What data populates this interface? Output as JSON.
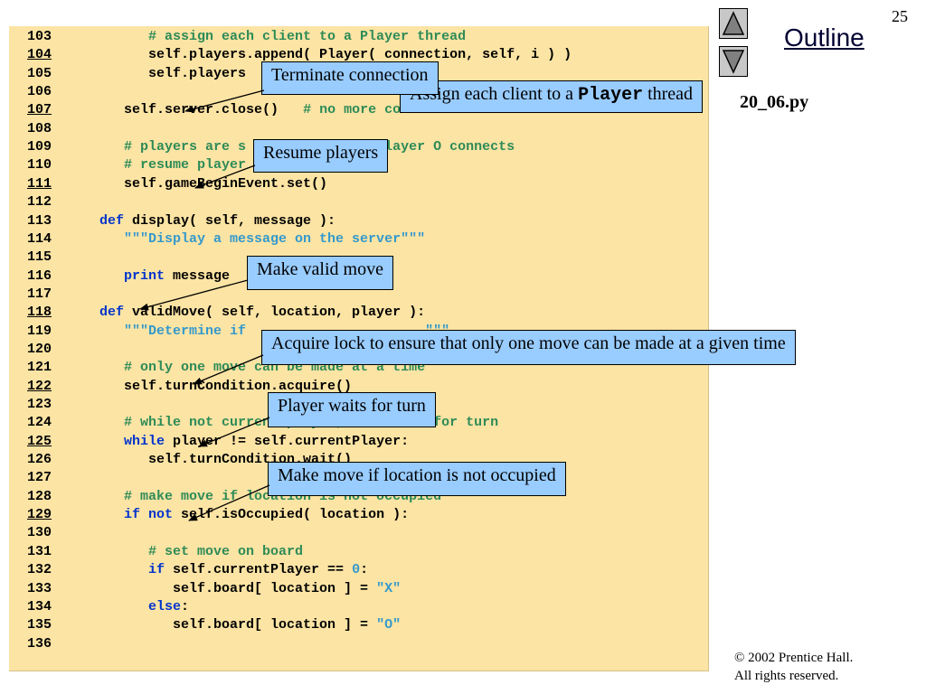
{
  "slide": {
    "page_number": "25",
    "outline_label": "Outline",
    "file_name": "20_06.py",
    "copyright": "© 2002 Prentice Hall.",
    "rights": "All rights reserved."
  },
  "code_lines": [
    {
      "num": "103",
      "ul": false,
      "indent": 6,
      "parts": [
        {
          "t": "cm",
          "v": "# assign each client to a Player thread"
        }
      ]
    },
    {
      "num": "104",
      "ul": true,
      "indent": 6,
      "parts": [
        {
          "t": "",
          "v": "self.players.append( Player( connection, self, i ) )"
        }
      ]
    },
    {
      "num": "105",
      "ul": false,
      "indent": 6,
      "parts": [
        {
          "t": "",
          "v": "self.players"
        }
      ]
    },
    {
      "num": "106",
      "ul": false,
      "indent": 0,
      "parts": []
    },
    {
      "num": "107",
      "ul": true,
      "indent": 3,
      "parts": [
        {
          "t": "",
          "v": "self.server.close()   "
        },
        {
          "t": "cm",
          "v": "# no more connections to wait for"
        }
      ]
    },
    {
      "num": "108",
      "ul": false,
      "indent": 0,
      "parts": []
    },
    {
      "num": "109",
      "ul": false,
      "indent": 3,
      "parts": [
        {
          "t": "cm",
          "v": "# players are s"
        },
        {
          "t": "cm",
          "v": "                player O connects"
        }
      ]
    },
    {
      "num": "110",
      "ul": false,
      "indent": 3,
      "parts": [
        {
          "t": "cm",
          "v": "# resume player"
        }
      ]
    },
    {
      "num": "111",
      "ul": true,
      "indent": 3,
      "parts": [
        {
          "t": "",
          "v": "self.gameBeginEvent.set()"
        }
      ]
    },
    {
      "num": "112",
      "ul": false,
      "indent": 0,
      "parts": []
    },
    {
      "num": "113",
      "ul": false,
      "indent": 0,
      "parts": [
        {
          "t": "kw",
          "v": "def"
        },
        {
          "t": "",
          "v": " display( self, message ):"
        }
      ]
    },
    {
      "num": "114",
      "ul": false,
      "indent": 3,
      "parts": [
        {
          "t": "st",
          "v": "\"\"\"Display a message on the server\"\"\""
        }
      ]
    },
    {
      "num": "115",
      "ul": false,
      "indent": 0,
      "parts": []
    },
    {
      "num": "116",
      "ul": false,
      "indent": 3,
      "parts": [
        {
          "t": "kw",
          "v": "print"
        },
        {
          "t": "",
          "v": " message"
        }
      ]
    },
    {
      "num": "117",
      "ul": false,
      "indent": 0,
      "parts": []
    },
    {
      "num": "118",
      "ul": true,
      "indent": 0,
      "parts": [
        {
          "t": "kw",
          "v": "def"
        },
        {
          "t": "",
          "v": " validMove( self, location, player ):"
        }
      ]
    },
    {
      "num": "119",
      "ul": false,
      "indent": 3,
      "parts": [
        {
          "t": "st",
          "v": "\"\"\"Determine if"
        },
        {
          "t": "st",
          "v": "                      \"\"\""
        }
      ]
    },
    {
      "num": "120",
      "ul": false,
      "indent": 0,
      "parts": []
    },
    {
      "num": "121",
      "ul": false,
      "indent": 3,
      "parts": [
        {
          "t": "cm",
          "v": "# only one move can be made at a time"
        }
      ]
    },
    {
      "num": "122",
      "ul": true,
      "indent": 3,
      "parts": [
        {
          "t": "",
          "v": "self.turnCondition.acquire()"
        }
      ]
    },
    {
      "num": "123",
      "ul": false,
      "indent": 0,
      "parts": []
    },
    {
      "num": "124",
      "ul": false,
      "indent": 3,
      "parts": [
        {
          "t": "cm",
          "v": "# while not current player, must wait for turn"
        }
      ]
    },
    {
      "num": "125",
      "ul": true,
      "indent": 3,
      "parts": [
        {
          "t": "kw",
          "v": "while"
        },
        {
          "t": "",
          "v": " player != self.currentPlayer:"
        }
      ]
    },
    {
      "num": "126",
      "ul": false,
      "indent": 6,
      "parts": [
        {
          "t": "",
          "v": "self.turnCondition.wait()"
        }
      ]
    },
    {
      "num": "127",
      "ul": false,
      "indent": 0,
      "parts": []
    },
    {
      "num": "128",
      "ul": false,
      "indent": 3,
      "parts": [
        {
          "t": "cm",
          "v": "# make move if location is not occupied"
        }
      ]
    },
    {
      "num": "129",
      "ul": true,
      "indent": 3,
      "parts": [
        {
          "t": "kw",
          "v": "if not"
        },
        {
          "t": "",
          "v": " self.isOccupied( location ):"
        }
      ]
    },
    {
      "num": "130",
      "ul": false,
      "indent": 0,
      "parts": []
    },
    {
      "num": "131",
      "ul": false,
      "indent": 6,
      "parts": [
        {
          "t": "cm",
          "v": "# set move on board"
        }
      ]
    },
    {
      "num": "132",
      "ul": false,
      "indent": 6,
      "parts": [
        {
          "t": "kw",
          "v": "if"
        },
        {
          "t": "",
          "v": " self.currentPlayer == "
        },
        {
          "t": "nm",
          "v": "0"
        },
        {
          "t": "",
          "v": ":"
        }
      ]
    },
    {
      "num": "133",
      "ul": false,
      "indent": 9,
      "parts": [
        {
          "t": "",
          "v": "self.board[ location ] = "
        },
        {
          "t": "st",
          "v": "\"X\""
        }
      ]
    },
    {
      "num": "134",
      "ul": false,
      "indent": 6,
      "parts": [
        {
          "t": "kw",
          "v": "else"
        },
        {
          "t": "",
          "v": ":"
        }
      ]
    },
    {
      "num": "135",
      "ul": false,
      "indent": 9,
      "parts": [
        {
          "t": "",
          "v": "self.board[ location ] = "
        },
        {
          "t": "st",
          "v": "\"O\""
        }
      ]
    },
    {
      "num": "136",
      "ul": false,
      "indent": 0,
      "parts": []
    }
  ],
  "callouts": {
    "assign": {
      "pre": "Assign each client to a ",
      "mono": "Player",
      "post": " thread"
    },
    "terminate": "Terminate connection",
    "resume": "Resume players",
    "make_valid": "Make valid move",
    "acquire": "Acquire lock to ensure that only one move can be made at a given time",
    "wait": "Player waits for turn",
    "make_move": "Make move if location is not occupied"
  },
  "icons": {
    "prev": "triangle-up-icon",
    "next": "triangle-down-icon"
  }
}
